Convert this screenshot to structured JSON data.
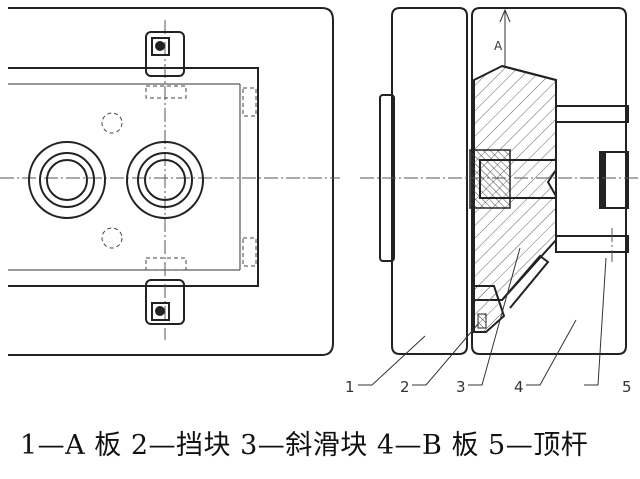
{
  "figure": {
    "callouts": [
      "1",
      "2",
      "3",
      "4",
      "5"
    ],
    "section_mark": "A",
    "caption": "1—A 板 2—挡块 3—斜滑块 4—B 板 5—顶杆"
  }
}
